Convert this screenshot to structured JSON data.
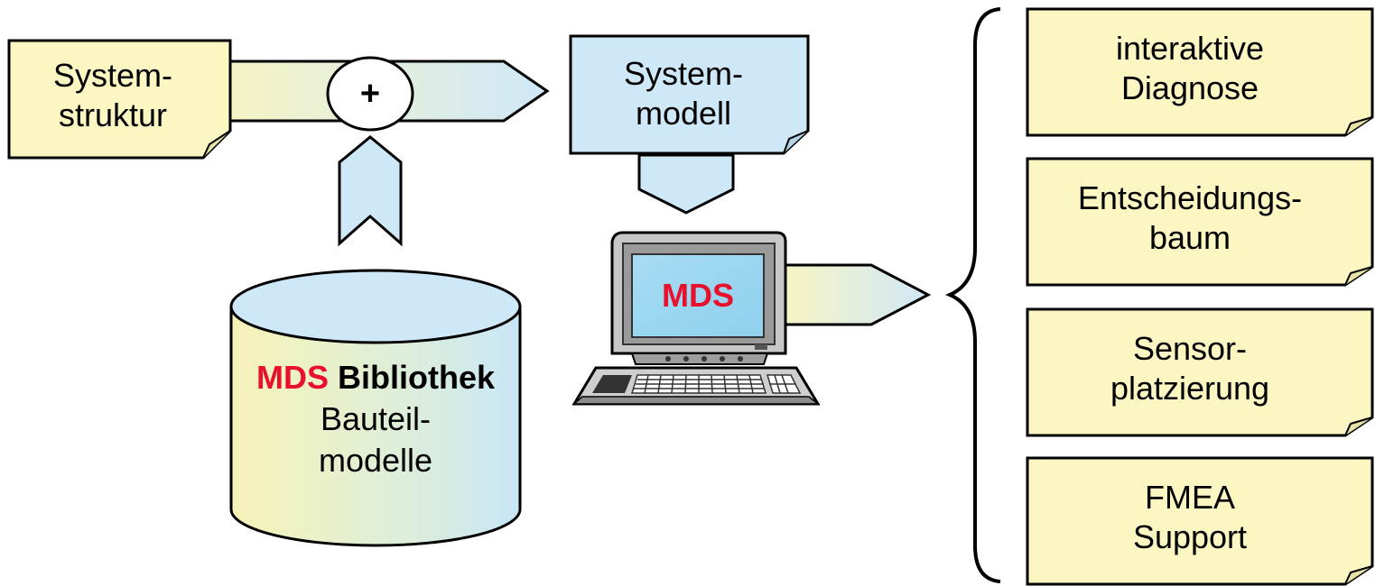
{
  "colors": {
    "note_yellow": "#fbf6c2",
    "note_blue": "#cfe8f8",
    "accent_red": "#e8102c",
    "outline": "#000000"
  },
  "input_note": {
    "line1": "System-",
    "line2": "struktur"
  },
  "combine_symbol": "+",
  "model_note": {
    "line1": "System-",
    "line2": "modell"
  },
  "library": {
    "brand": "MDS",
    "title": "Bibliothek",
    "line1": "Bauteil-",
    "line2": "modelle"
  },
  "computer": {
    "screen_label": "MDS"
  },
  "outputs": [
    {
      "line1": "interaktive",
      "line2": "Diagnose"
    },
    {
      "line1": "Entscheidungs-",
      "line2": "baum"
    },
    {
      "line1": "Sensor-",
      "line2": "platzierung"
    },
    {
      "line1": "FMEA",
      "line2": "Support"
    }
  ]
}
